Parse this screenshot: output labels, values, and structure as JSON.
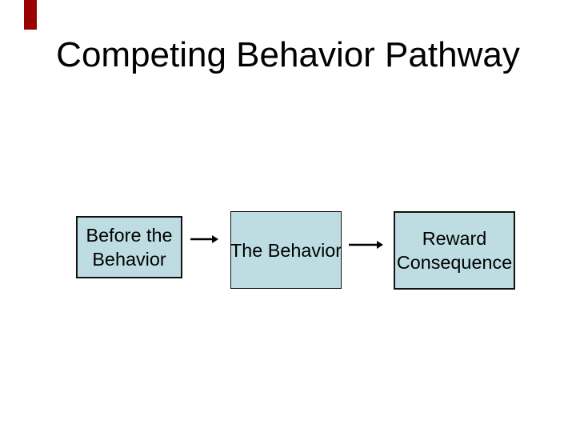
{
  "slide": {
    "title": "Competing Behavior Pathway",
    "background_color": "#ffffff",
    "title_color": "#000000",
    "marker_color": "#990000",
    "box_fill_color": "#bddde2",
    "box_border_color": "#111111",
    "arrow_color": "#000000",
    "flow": {
      "boxes": [
        {
          "id": "before-the-behavior",
          "lines": [
            "Before the",
            "Behavior"
          ]
        },
        {
          "id": "the-behavior",
          "lines": [
            "The Behavior"
          ]
        },
        {
          "id": "reward-consequence",
          "lines": [
            "Reward",
            "Consequence"
          ]
        }
      ],
      "edges": [
        {
          "from": "before-the-behavior",
          "to": "the-behavior",
          "style": "arrow-right"
        },
        {
          "from": "the-behavior",
          "to": "reward-consequence",
          "style": "arrow-right"
        }
      ]
    }
  }
}
